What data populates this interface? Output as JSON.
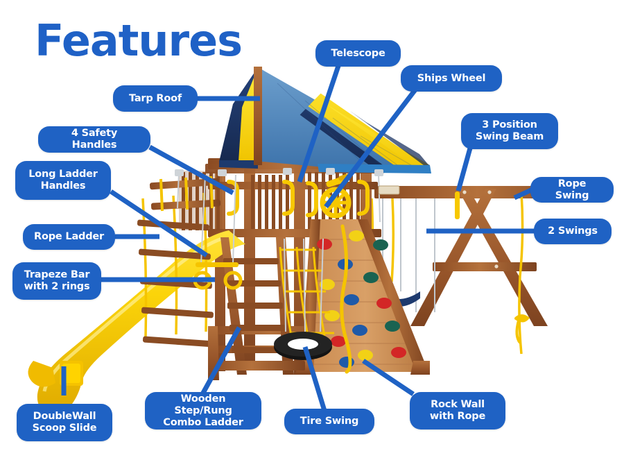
{
  "page": {
    "title": "Features",
    "background_color": "#ffffff",
    "accent_color": "#1f62c4",
    "label_text_color": "#ffffff"
  },
  "product": {
    "name": "Wooden Swing Set Playset",
    "wood_color": "#a05a2c",
    "tarp_colors": [
      "#1d3a6e",
      "#f5d800",
      "#3f7ab8"
    ],
    "slide_color": "#f7cf09",
    "rope_color": "#f5c400",
    "rock_hold_colors": [
      "#d32626",
      "#f2d116",
      "#1f5aa8",
      "#1a6351"
    ],
    "swing_seat_color": "#1d3a6e",
    "tire_color": "#1a1a1a"
  },
  "callouts": [
    {
      "id": "tarp-roof",
      "label": "Tarp Roof",
      "lines": [
        "Tarp Roof"
      ]
    },
    {
      "id": "telescope",
      "label": "Telescope",
      "lines": [
        "Telescope"
      ]
    },
    {
      "id": "ships-wheel",
      "label": "Ships Wheel",
      "lines": [
        "Ships Wheel"
      ]
    },
    {
      "id": "swing-beam",
      "label": "3 Position Swing Beam",
      "lines": [
        "3 Position",
        "Swing Beam"
      ]
    },
    {
      "id": "rope-swing",
      "label": "Rope Swing",
      "lines": [
        "Rope Swing"
      ]
    },
    {
      "id": "two-swings",
      "label": "2 Swings",
      "lines": [
        "2 Swings"
      ]
    },
    {
      "id": "safety-handles",
      "label": "4 Safety Handles",
      "lines": [
        "4 Safety Handles"
      ]
    },
    {
      "id": "long-ladder-handles",
      "label": "Long Ladder Handles",
      "lines": [
        "Long Ladder",
        "Handles"
      ]
    },
    {
      "id": "rope-ladder",
      "label": "Rope Ladder",
      "lines": [
        "Rope Ladder"
      ]
    },
    {
      "id": "trapeze-bar",
      "label": "Trapeze Bar with 2 rings",
      "lines": [
        "Trapeze Bar",
        "with 2 rings"
      ]
    },
    {
      "id": "scoop-slide",
      "label": "DoubleWall Scoop Slide",
      "lines": [
        "DoubleWall",
        "Scoop Slide"
      ]
    },
    {
      "id": "combo-ladder",
      "label": "Wooden Step/Rung Combo Ladder",
      "lines": [
        "Wooden Step/Rung",
        "Combo Ladder"
      ]
    },
    {
      "id": "tire-swing",
      "label": "Tire Swing",
      "lines": [
        "Tire Swing"
      ]
    },
    {
      "id": "rock-wall",
      "label": "Rock Wall with Rope",
      "lines": [
        "Rock Wall",
        "with Rope"
      ]
    }
  ]
}
